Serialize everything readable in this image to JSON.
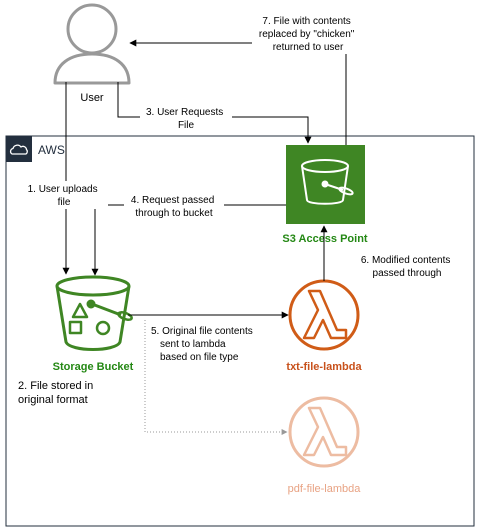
{
  "cloud": {
    "label": "AWS"
  },
  "user": {
    "label": "User"
  },
  "s3_access_point": {
    "label": "S3 Access Point",
    "color": "#248814"
  },
  "storage_bucket": {
    "label": "Storage Bucket",
    "color": "#248814"
  },
  "txt_lambda": {
    "label": "txt-file-lambda",
    "color": "#C8511B"
  },
  "pdf_lambda": {
    "label": "pdf-file-lambda",
    "color": "#E8A384"
  },
  "steps": {
    "s1": {
      "line1": "1. User uploads",
      "line2": "file"
    },
    "s2": {
      "line1": "2. File stored in",
      "line2": "original format"
    },
    "s3": {
      "line1": "3. User Requests",
      "line2": "File"
    },
    "s4": {
      "line1": "4. Request passed",
      "line2": "through to bucket"
    },
    "s5": {
      "line1": "5. Original file contents",
      "line2": "sent to lambda",
      "line3": "based on file type"
    },
    "s6": {
      "line1": "6. Modified contents",
      "line2": "passed through"
    },
    "s7": {
      "line1": "7. File with contents",
      "line2": "replaced by \"chicken\"",
      "line3": "returned to user"
    }
  }
}
